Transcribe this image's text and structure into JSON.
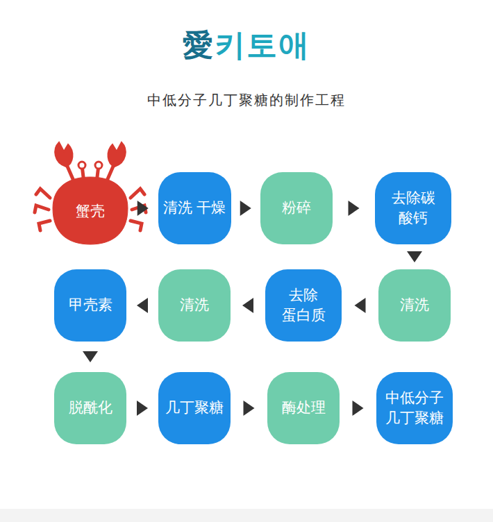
{
  "diagram": {
    "title": "中低分子几丁聚糖的制作工程",
    "nodes": [
      {
        "text": [
          "蟹壳"
        ]
      },
      {
        "text": [
          "清洗 干燥"
        ]
      },
      {
        "text": [
          "粉碎"
        ]
      },
      {
        "text": [
          "去除碳 酸钙"
        ]
      },
      {
        "text": [
          "清洗"
        ]
      },
      {
        "text": [
          "去除 蛋白质"
        ]
      },
      {
        "text": [
          "清洗"
        ]
      },
      {
        "text": [
          "甲壳素"
        ]
      },
      {
        "text": [
          "脱酰化"
        ]
      },
      {
        "text": [
          "几丁聚糖"
        ]
      },
      {
        "text": [
          "酶处理"
        ]
      },
      {
        "text": [
          "中低分子 几丁聚糖"
        ]
      }
    ],
    "edges": [
      {
        "from": 0,
        "to": 1,
        "arrow": "to"
      },
      {
        "from": 1,
        "to": 2,
        "arrow": "to"
      },
      {
        "from": 2,
        "to": 3,
        "arrow": "to"
      },
      {
        "from": 3,
        "to": 4,
        "arrow": "to"
      },
      {
        "from": 4,
        "to": 5,
        "arrow": "to"
      },
      {
        "from": 5,
        "to": 6,
        "arrow": "to"
      },
      {
        "from": 6,
        "to": 7,
        "arrow": "to"
      },
      {
        "from": 7,
        "to": 8,
        "arrow": "to"
      },
      {
        "from": 8,
        "to": 9,
        "arrow": "to"
      },
      {
        "from": 9,
        "to": 10,
        "arrow": "to"
      },
      {
        "from": 10,
        "to": 11,
        "arrow": "to"
      }
    ],
    "labels": [
      "愛키토애"
    ]
  }
}
